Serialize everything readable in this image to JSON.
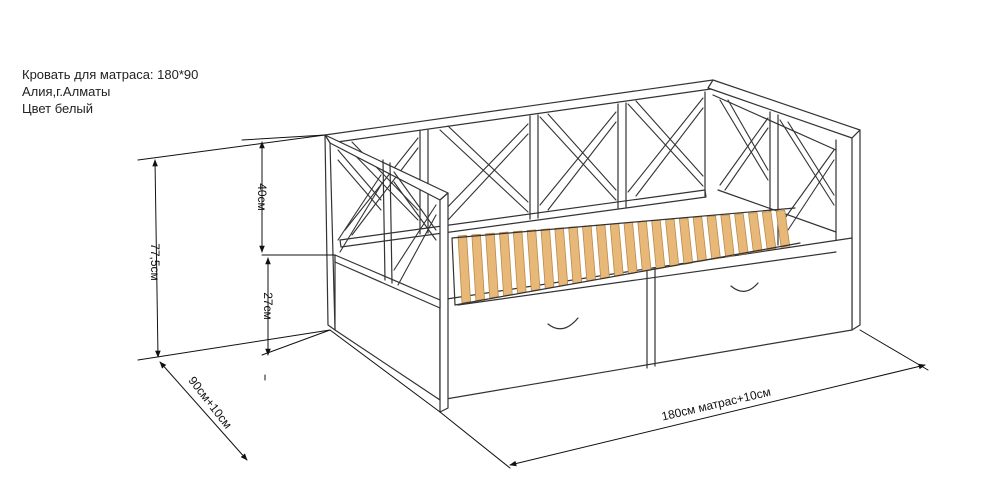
{
  "notes": {
    "line1": "Кровать для матраса: 180*90",
    "line2": "Алия,г.Алматы",
    "line3": "Цвет белый"
  },
  "dimensions": {
    "total_height": "77,5см",
    "back_upper": "40см",
    "base_height": "27см",
    "depth": "90см+10см",
    "length": "180см матрас+10см"
  },
  "colors": {
    "line": "#333333",
    "slat": "#e7b877",
    "slat_edge": "#b88a4a",
    "frame_fill": "#ffffff"
  }
}
